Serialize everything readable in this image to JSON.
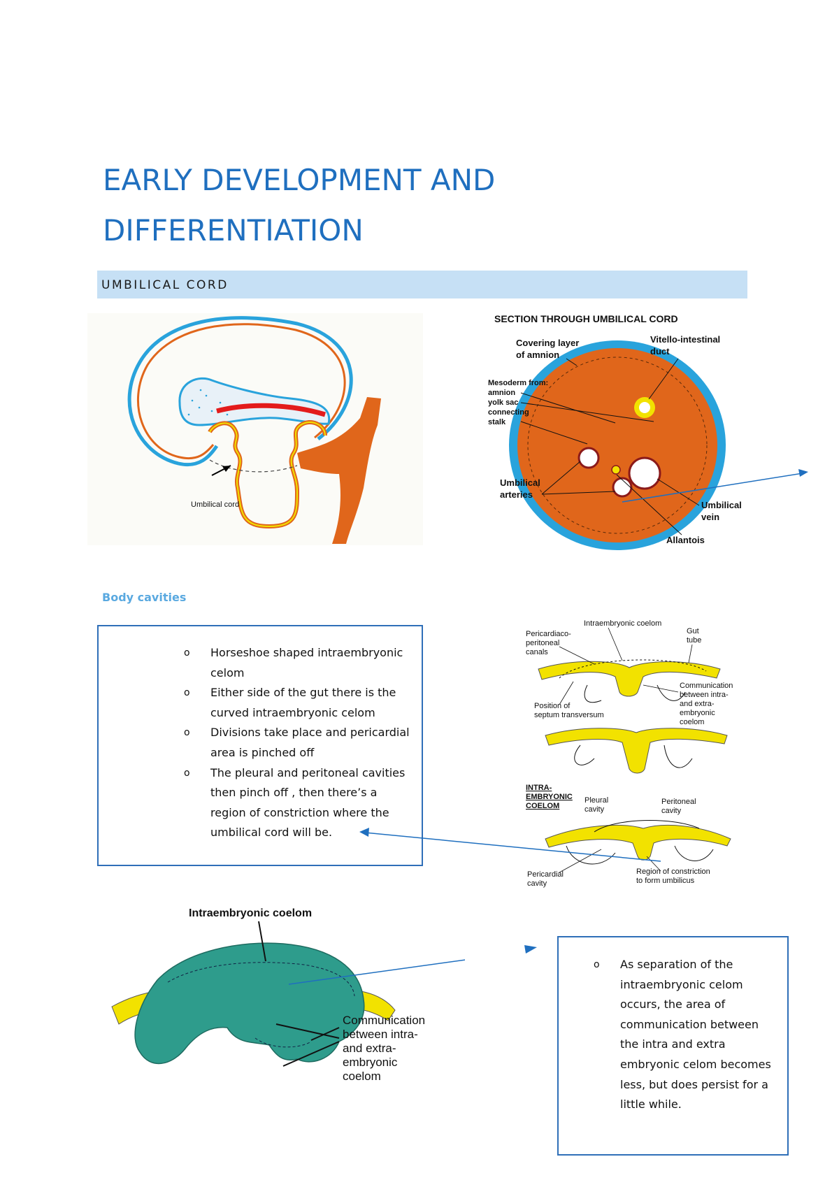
{
  "title": {
    "line1": "EARLY DEVELOPMENT AND",
    "line2": "DIFFERENTIATION"
  },
  "section": {
    "label": "UMBILICAL CORD"
  },
  "figure_embryo": {
    "label_umbilical_cord": "Umbilical cord"
  },
  "figure_section": {
    "title": "SECTION THROUGH UMBILICAL CORD",
    "covering_layer_1": "Covering layer",
    "covering_layer_2": "of amnion",
    "vitello_1": "Vitello-intestinal",
    "vitello_2": "duct",
    "mesoderm_1": "Mesoderm from:",
    "mesoderm_2": "amnion",
    "mesoderm_3": "yolk sac",
    "mesoderm_4": "connecting",
    "mesoderm_5": "stalk",
    "arteries_1": "Umbilical",
    "arteries_2": "arteries",
    "vein_1": "Umbilical",
    "vein_2": "vein",
    "allantois": "Allantois"
  },
  "subheading": "Body cavities",
  "figure_cavities": {
    "intraembryonic": "Intraembryonic coelom",
    "gut_1": "Gut",
    "gut_2": "tube",
    "pericardiaco_1": "Pericardiaco-",
    "pericardiaco_2": "peritoneal",
    "pericardiaco_3": "canals",
    "communication_1": "Communication",
    "communication_2": "between intra-",
    "communication_3": "and extra-",
    "communication_4": "embryonic",
    "communication_5": "coelom",
    "septum_1": "Position of",
    "septum_2": "septum transversum",
    "intra_1": "INTRA-",
    "intra_2": "EMBRYONIC",
    "intra_3": "COELOM",
    "pleural_1": "Pleural",
    "pleural_2": "cavity",
    "peritoneal_1": "Peritoneal",
    "peritoneal_2": "cavity",
    "pericardial_1": "Pericardial",
    "pericardial_2": "cavity",
    "region_1": "Region of constriction",
    "region_2": "to form umbilicus"
  },
  "box1": {
    "bullet_glyph": "o",
    "items": [
      "Horseshoe shaped intraembryonic celom",
      "Either side of the gut there is the curved intraembryonic celom",
      "Divisions take place and pericardial area is pinched off",
      "The pleural and peritoneal cavities then pinch off , then there’s a region of constriction where the umbilical cord will be."
    ]
  },
  "figure_coelom": {
    "title": "Intraembryonic coelom",
    "comm_1": "Communication",
    "comm_2": "between intra-",
    "comm_3": "and extra-",
    "comm_4": "embryonic",
    "comm_5": "coelom"
  },
  "box2": {
    "bullet_glyph": "o",
    "items": [
      "As separation of the intraembryonic celom occurs, the area of communication between the intra and extra embryonic celom becomes less, but does persist for a little while."
    ]
  },
  "colors": {
    "title": "#1f6fbf",
    "section_bar": "#c6e0f5",
    "box_border": "#2f6fb8",
    "cord_orange": "#e0661b",
    "amnion_blue": "#29a3dc",
    "coelom_teal": "#2e9c8c",
    "yolk_yellow": "#f2e200"
  }
}
